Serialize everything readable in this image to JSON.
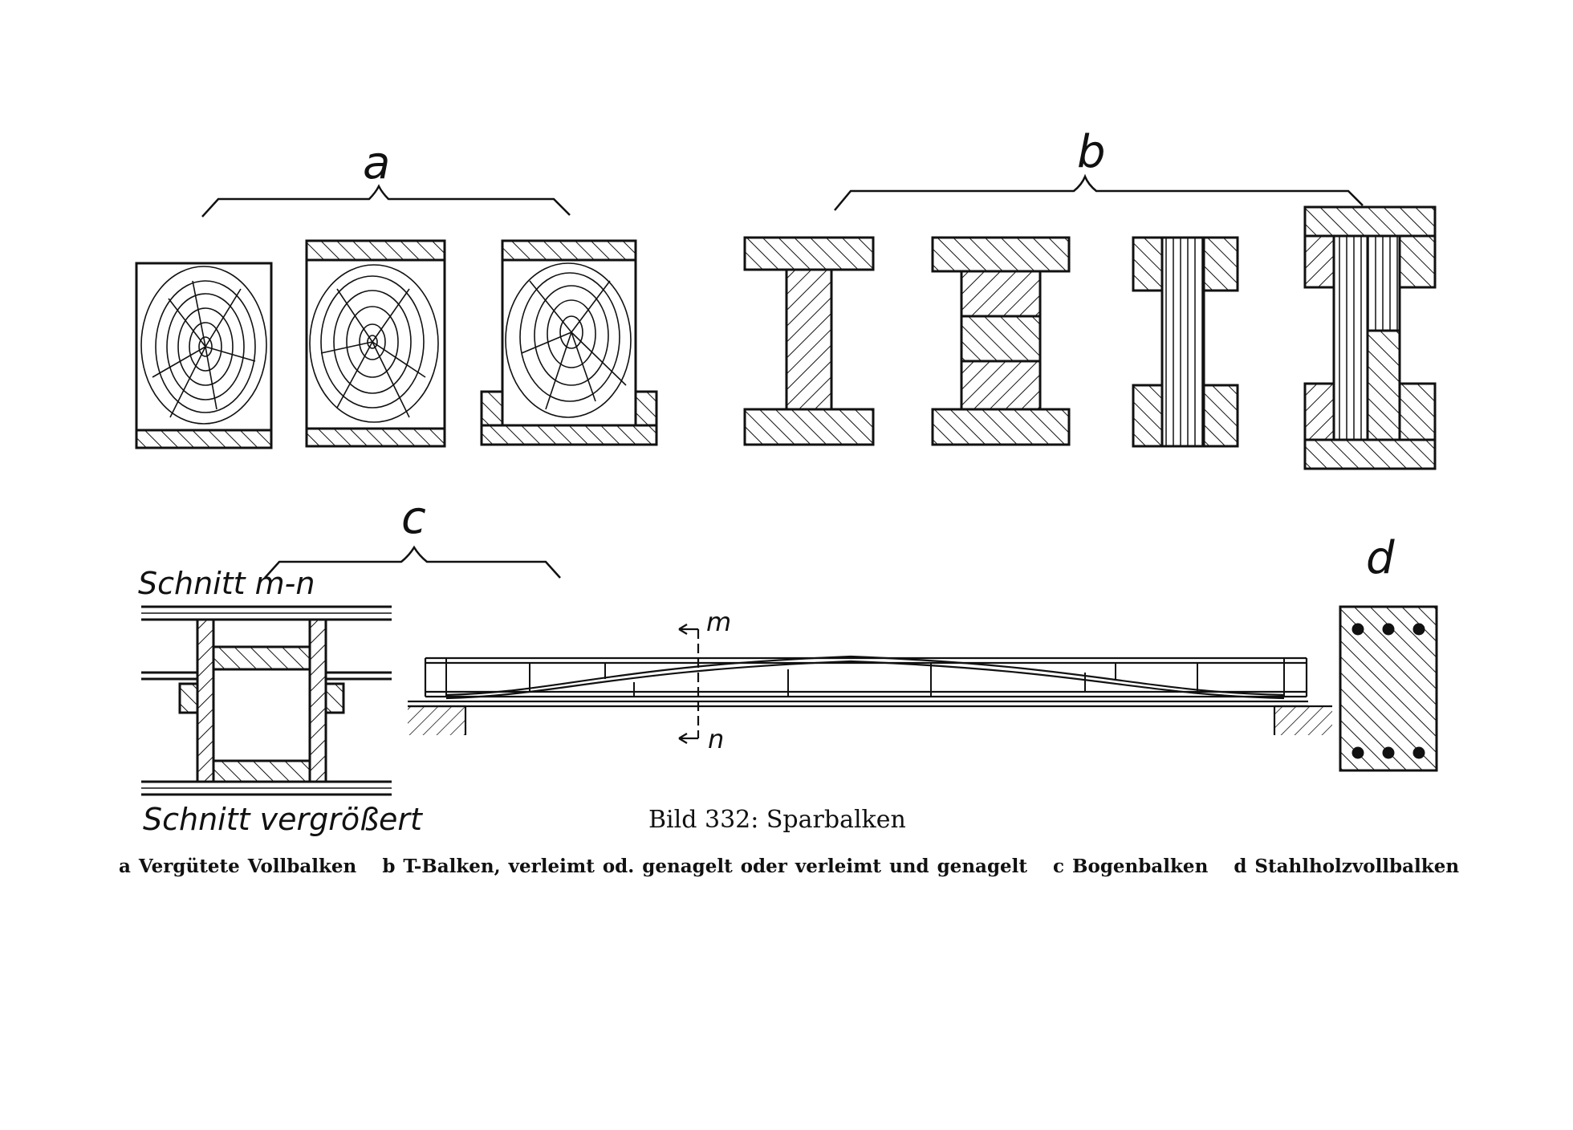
{
  "labels": {
    "a": "a",
    "b": "b",
    "c": "c",
    "d": "d",
    "schnitt_mn": "Schnitt m-n",
    "schnitt_vergroessert": "Schnitt vergrößert",
    "m": "m",
    "n": "n"
  },
  "title": "Bild 332: Sparbalken",
  "caption": {
    "a": "a Vergütete Vollbalken",
    "b": "b T-Balken, verleimt od. genagelt oder verleimt und genagelt",
    "c": "c Bogenbalken",
    "d": "d Stahlholzvollbalken"
  }
}
